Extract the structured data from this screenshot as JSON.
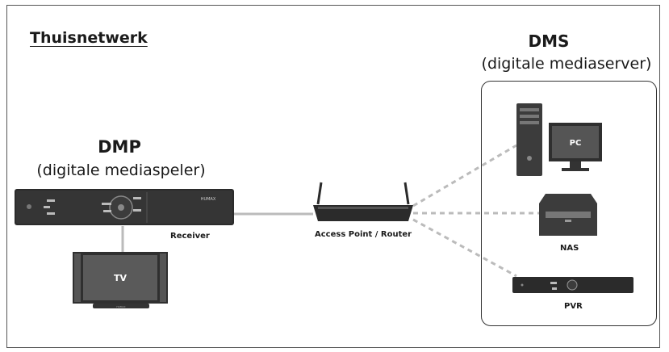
{
  "title": "Thuisnetwerk",
  "dms": {
    "title": "DMS",
    "subtitle": "(digitale mediaserver)"
  },
  "dmp": {
    "title": "DMP",
    "subtitle": "(digitale mediaspeler)"
  },
  "devices": {
    "receiver": {
      "label": "Receiver",
      "brand": "HUMAX"
    },
    "tv": {
      "label": "TV",
      "brand": "HUMAX"
    },
    "router": {
      "label": "Access Point / Router"
    },
    "pc": {
      "label": "PC"
    },
    "nas": {
      "label": "NAS"
    },
    "pvr": {
      "label": "PVR"
    }
  },
  "colors": {
    "wired_link": "#bbbbbb",
    "wireless_link": "#bbbbbb",
    "device_dark": "#2b2b2b"
  }
}
